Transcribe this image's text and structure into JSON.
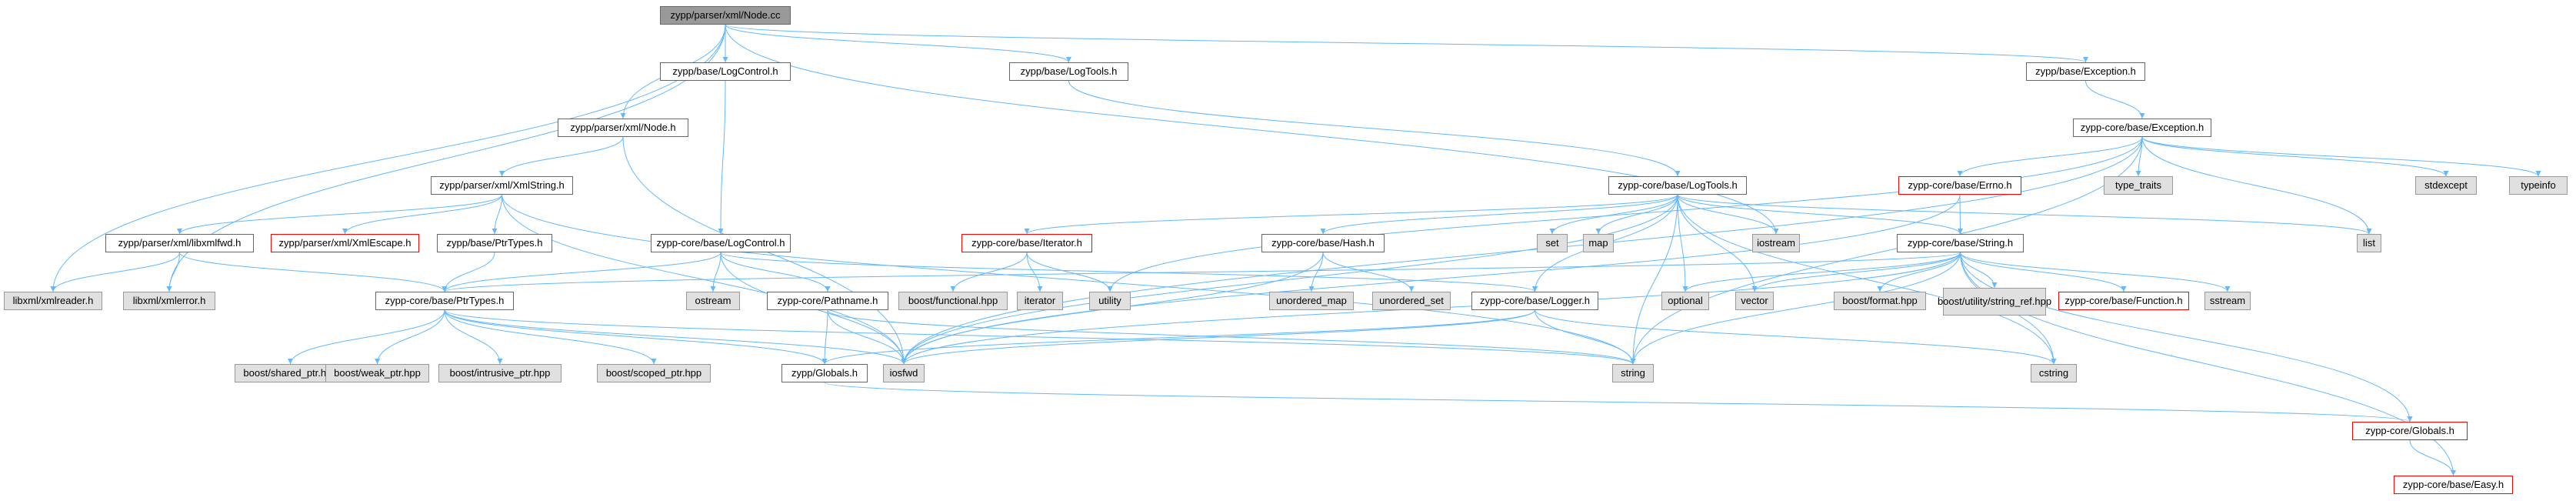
{
  "graph": {
    "nodes": [
      {
        "id": "n_root",
        "label": "zypp/parser/xml/Node.cc",
        "kind": "root"
      },
      {
        "id": "n_logcontrol",
        "label": "zypp/base/LogControl.h",
        "kind": "normal"
      },
      {
        "id": "n_logtools",
        "label": "zypp/base/LogTools.h",
        "kind": "normal"
      },
      {
        "id": "n_exception",
        "label": "zypp/base/Exception.h",
        "kind": "normal"
      },
      {
        "id": "n_node_h",
        "label": "zypp/parser/xml/Node.h",
        "kind": "normal"
      },
      {
        "id": "n_core_exception",
        "label": "zypp-core/base/Exception.h",
        "kind": "normal"
      },
      {
        "id": "n_xmlstring",
        "label": "zypp/parser/xml/XmlString.h",
        "kind": "normal"
      },
      {
        "id": "n_core_logtools",
        "label": "zypp-core/base/LogTools.h",
        "kind": "normal"
      },
      {
        "id": "n_errno",
        "label": "zypp-core/base/Errno.h",
        "kind": "redbox"
      },
      {
        "id": "n_type_traits",
        "label": "type_traits",
        "kind": "external"
      },
      {
        "id": "n_stdexcept",
        "label": "stdexcept",
        "kind": "external"
      },
      {
        "id": "n_typeinfo",
        "label": "typeinfo",
        "kind": "external"
      },
      {
        "id": "n_libxmlfwd",
        "label": "zypp/parser/xml/libxmlfwd.h",
        "kind": "normal"
      },
      {
        "id": "n_xmlescape",
        "label": "zypp/parser/xml/XmlEscape.h",
        "kind": "redbox"
      },
      {
        "id": "n_base_ptrtypes",
        "label": "zypp/base/PtrTypes.h",
        "kind": "normal"
      },
      {
        "id": "n_core_logcontrol",
        "label": "zypp-core/base/LogControl.h",
        "kind": "normal"
      },
      {
        "id": "n_iterator_h",
        "label": "zypp-core/base/Iterator.h",
        "kind": "redbox"
      },
      {
        "id": "n_hash",
        "label": "zypp-core/base/Hash.h",
        "kind": "normal"
      },
      {
        "id": "n_set",
        "label": "set",
        "kind": "external"
      },
      {
        "id": "n_map",
        "label": "map",
        "kind": "external"
      },
      {
        "id": "n_iostream",
        "label": "iostream",
        "kind": "external"
      },
      {
        "id": "n_core_string",
        "label": "zypp-core/base/String.h",
        "kind": "normal"
      },
      {
        "id": "n_list",
        "label": "list",
        "kind": "external"
      },
      {
        "id": "n_libxmlreader",
        "label": "libxml/xmlreader.h",
        "kind": "external"
      },
      {
        "id": "n_libxmlerror",
        "label": "libxml/xmlerror.h",
        "kind": "external"
      },
      {
        "id": "n_core_ptrtypes",
        "label": "zypp-core/base/PtrTypes.h",
        "kind": "normal"
      },
      {
        "id": "n_ostream",
        "label": "ostream",
        "kind": "external"
      },
      {
        "id": "n_pathname",
        "label": "zypp-core/Pathname.h",
        "kind": "normal"
      },
      {
        "id": "n_boost_functional",
        "label": "boost/functional.hpp",
        "kind": "external"
      },
      {
        "id": "n_iterator",
        "label": "iterator",
        "kind": "external"
      },
      {
        "id": "n_utility",
        "label": "utility",
        "kind": "external"
      },
      {
        "id": "n_unordered_map",
        "label": "unordered_map",
        "kind": "external"
      },
      {
        "id": "n_unordered_set",
        "label": "unordered_set",
        "kind": "external"
      },
      {
        "id": "n_logger",
        "label": "zypp-core/base/Logger.h",
        "kind": "normal"
      },
      {
        "id": "n_optional",
        "label": "optional",
        "kind": "external"
      },
      {
        "id": "n_vector",
        "label": "vector",
        "kind": "external"
      },
      {
        "id": "n_boost_format",
        "label": "boost/format.hpp",
        "kind": "external"
      },
      {
        "id": "n_boost_string_ref",
        "label": "boost/utility/string_ref.hpp",
        "kind": "external"
      },
      {
        "id": "n_function",
        "label": "zypp-core/base/Function.h",
        "kind": "redbox"
      },
      {
        "id": "n_sstream",
        "label": "sstream",
        "kind": "external"
      },
      {
        "id": "n_boost_shared",
        "label": "boost/shared_ptr.hpp",
        "kind": "external"
      },
      {
        "id": "n_boost_weak",
        "label": "boost/weak_ptr.hpp",
        "kind": "external"
      },
      {
        "id": "n_boost_intrusive",
        "label": "boost/intrusive_ptr.hpp",
        "kind": "external"
      },
      {
        "id": "n_boost_scoped",
        "label": "boost/scoped_ptr.hpp",
        "kind": "external"
      },
      {
        "id": "n_globals_h",
        "label": "zypp/Globals.h",
        "kind": "normal"
      },
      {
        "id": "n_iosfwd",
        "label": "iosfwd",
        "kind": "external"
      },
      {
        "id": "n_string",
        "label": "string",
        "kind": "external"
      },
      {
        "id": "n_cstring",
        "label": "cstring",
        "kind": "external"
      },
      {
        "id": "n_core_globals",
        "label": "zypp-core/Globals.h",
        "kind": "redbox"
      },
      {
        "id": "n_easy",
        "label": "zypp-core/base/Easy.h",
        "kind": "redbox"
      }
    ],
    "edges": [
      [
        "n_root",
        "n_logcontrol"
      ],
      [
        "n_root",
        "n_logtools"
      ],
      [
        "n_root",
        "n_exception"
      ],
      [
        "n_root",
        "n_node_h"
      ],
      [
        "n_root",
        "n_libxmlreader"
      ],
      [
        "n_root",
        "n_libxmlerror"
      ],
      [
        "n_root",
        "n_iostream"
      ],
      [
        "n_logcontrol",
        "n_core_logcontrol"
      ],
      [
        "n_logtools",
        "n_core_logtools"
      ],
      [
        "n_exception",
        "n_core_exception"
      ],
      [
        "n_node_h",
        "n_xmlstring"
      ],
      [
        "n_node_h",
        "n_iosfwd"
      ],
      [
        "n_core_exception",
        "n_errno"
      ],
      [
        "n_core_exception",
        "n_type_traits"
      ],
      [
        "n_core_exception",
        "n_stdexcept"
      ],
      [
        "n_core_exception",
        "n_typeinfo"
      ],
      [
        "n_core_exception",
        "n_list"
      ],
      [
        "n_core_exception",
        "n_utility"
      ],
      [
        "n_core_exception",
        "n_iosfwd"
      ],
      [
        "n_core_exception",
        "n_string"
      ],
      [
        "n_xmlstring",
        "n_libxmlfwd"
      ],
      [
        "n_xmlstring",
        "n_xmlescape"
      ],
      [
        "n_xmlstring",
        "n_base_ptrtypes"
      ],
      [
        "n_xmlstring",
        "n_string"
      ],
      [
        "n_xmlstring",
        "n_iosfwd"
      ],
      [
        "n_core_logtools",
        "n_iterator_h"
      ],
      [
        "n_core_logtools",
        "n_hash"
      ],
      [
        "n_core_logtools",
        "n_set"
      ],
      [
        "n_core_logtools",
        "n_map"
      ],
      [
        "n_core_logtools",
        "n_iostream"
      ],
      [
        "n_core_logtools",
        "n_core_string"
      ],
      [
        "n_core_logtools",
        "n_list"
      ],
      [
        "n_core_logtools",
        "n_logger"
      ],
      [
        "n_core_logtools",
        "n_optional"
      ],
      [
        "n_core_logtools",
        "n_vector"
      ],
      [
        "n_core_logtools",
        "n_iosfwd"
      ],
      [
        "n_core_logtools",
        "n_string"
      ],
      [
        "n_core_logtools",
        "n_cstring"
      ],
      [
        "n_errno",
        "n_core_string"
      ],
      [
        "n_errno",
        "n_iosfwd"
      ],
      [
        "n_libxmlfwd",
        "n_libxmlreader"
      ],
      [
        "n_libxmlfwd",
        "n_libxmlerror"
      ],
      [
        "n_libxmlfwd",
        "n_core_ptrtypes"
      ],
      [
        "n_base_ptrtypes",
        "n_core_ptrtypes"
      ],
      [
        "n_core_logcontrol",
        "n_core_ptrtypes"
      ],
      [
        "n_core_logcontrol",
        "n_ostream"
      ],
      [
        "n_core_logcontrol",
        "n_pathname"
      ],
      [
        "n_core_logcontrol",
        "n_logger"
      ],
      [
        "n_core_logcontrol",
        "n_iosfwd"
      ],
      [
        "n_iterator_h",
        "n_boost_functional"
      ],
      [
        "n_iterator_h",
        "n_iterator"
      ],
      [
        "n_iterator_h",
        "n_utility"
      ],
      [
        "n_hash",
        "n_unordered_map"
      ],
      [
        "n_hash",
        "n_unordered_set"
      ],
      [
        "n_hash",
        "n_iosfwd"
      ],
      [
        "n_core_string",
        "n_optional"
      ],
      [
        "n_core_string",
        "n_vector"
      ],
      [
        "n_core_string",
        "n_boost_format"
      ],
      [
        "n_core_string",
        "n_boost_string_ref"
      ],
      [
        "n_core_string",
        "n_function"
      ],
      [
        "n_core_string",
        "n_sstream"
      ],
      [
        "n_core_string",
        "n_core_globals"
      ],
      [
        "n_core_string",
        "n_easy"
      ],
      [
        "n_core_string",
        "n_iosfwd"
      ],
      [
        "n_core_string",
        "n_string"
      ],
      [
        "n_core_string",
        "n_cstring"
      ],
      [
        "n_core_string",
        "n_core_ptrtypes"
      ],
      [
        "n_core_ptrtypes",
        "n_boost_shared"
      ],
      [
        "n_core_ptrtypes",
        "n_boost_weak"
      ],
      [
        "n_core_ptrtypes",
        "n_boost_intrusive"
      ],
      [
        "n_core_ptrtypes",
        "n_boost_scoped"
      ],
      [
        "n_core_ptrtypes",
        "n_globals_h"
      ],
      [
        "n_core_ptrtypes",
        "n_iosfwd"
      ],
      [
        "n_core_ptrtypes",
        "n_string"
      ],
      [
        "n_pathname",
        "n_globals_h"
      ],
      [
        "n_pathname",
        "n_iosfwd"
      ],
      [
        "n_pathname",
        "n_string"
      ],
      [
        "n_logger",
        "n_iosfwd"
      ],
      [
        "n_logger",
        "n_string"
      ],
      [
        "n_logger",
        "n_cstring"
      ],
      [
        "n_logger",
        "n_globals_h"
      ],
      [
        "n_globals_h",
        "n_core_globals"
      ],
      [
        "n_core_globals",
        "n_easy"
      ]
    ]
  }
}
